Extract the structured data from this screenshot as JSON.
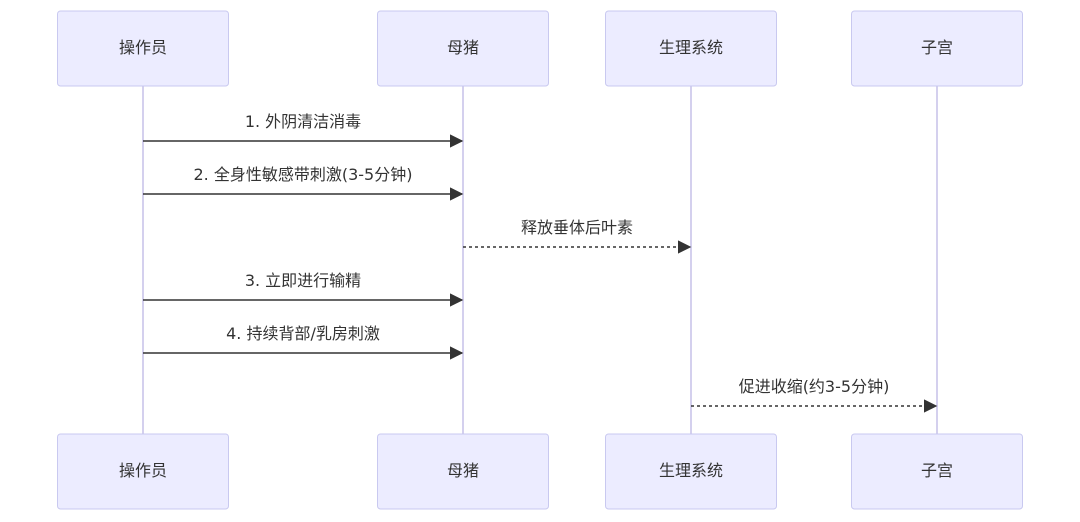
{
  "participants": [
    {
      "id": "operator",
      "name": "操作员"
    },
    {
      "id": "sow",
      "name": "母猪"
    },
    {
      "id": "physiology",
      "name": "生理系统"
    },
    {
      "id": "uterus",
      "name": "子宫"
    }
  ],
  "messages": [
    {
      "from": "operator",
      "to": "sow",
      "label": "1. 外阴清洁消毒",
      "style": "solid"
    },
    {
      "from": "operator",
      "to": "sow",
      "label": "2. 全身性敏感带刺激(3-5分钟)",
      "style": "solid"
    },
    {
      "from": "sow",
      "to": "physiology",
      "label": "释放垂体后叶素",
      "style": "dashed"
    },
    {
      "from": "operator",
      "to": "sow",
      "label": "3. 立即进行输精",
      "style": "solid"
    },
    {
      "from": "operator",
      "to": "sow",
      "label": "4. 持续背部/乳房刺激",
      "style": "solid"
    },
    {
      "from": "physiology",
      "to": "uterus",
      "label": "促进收缩(约3-5分钟)",
      "style": "dashed"
    }
  ]
}
